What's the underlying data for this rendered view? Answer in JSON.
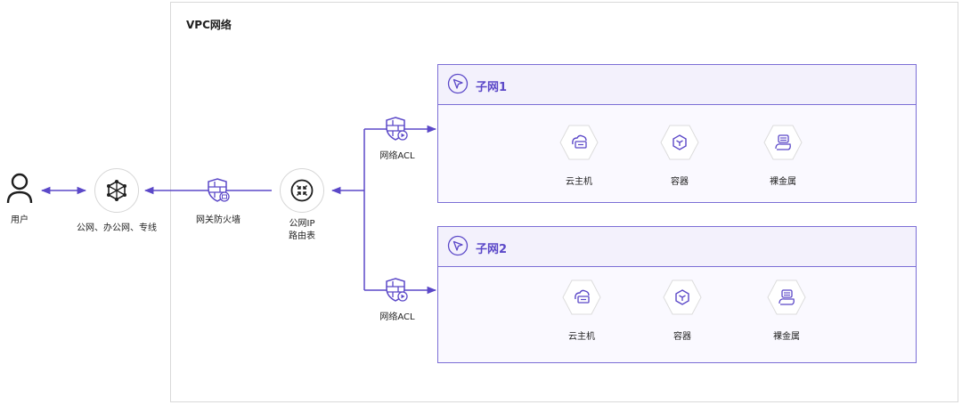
{
  "vpc": {
    "title": "VPC网络"
  },
  "nodes": {
    "user": {
      "label": "用户",
      "icon": "user-icon"
    },
    "networks": {
      "label": "公网、办公网、专线",
      "icon": "network-cube-icon"
    },
    "gateway_firewall": {
      "label": "网关防火墙",
      "icon": "firewall-shield-icon"
    },
    "route_table": {
      "label_line1": "公网IP",
      "label_line2": "路由表",
      "icon": "router-icon"
    },
    "acl_top": {
      "label": "网络ACL",
      "icon": "acl-shield-icon"
    },
    "acl_bottom": {
      "label": "网络ACL",
      "icon": "acl-shield-icon"
    }
  },
  "subnets": [
    {
      "label": "子网1",
      "icon": "subnet-arrow-icon",
      "resources": [
        {
          "label": "云主机",
          "icon": "cloud-host-icon"
        },
        {
          "label": "容器",
          "icon": "container-icon"
        },
        {
          "label": "裸金属",
          "icon": "bare-metal-icon"
        }
      ]
    },
    {
      "label": "子网2",
      "icon": "subnet-arrow-icon",
      "resources": [
        {
          "label": "云主机",
          "icon": "cloud-host-icon"
        },
        {
          "label": "容器",
          "icon": "container-icon"
        },
        {
          "label": "裸金属",
          "icon": "bare-metal-icon"
        }
      ]
    }
  ],
  "colors": {
    "accent": "#5b48c8",
    "subnet_border": "#7b6ed6",
    "subnet_fill": "#faf9ff",
    "box_border": "#d9d9d9"
  }
}
